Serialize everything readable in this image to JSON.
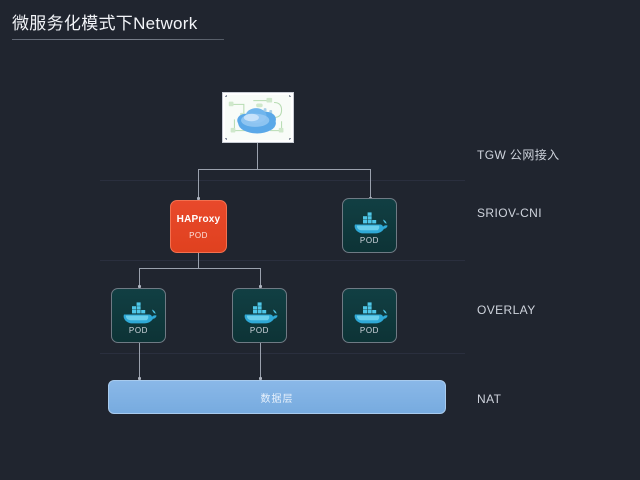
{
  "page": {
    "title": "微服务化模式下Network",
    "background_color": "#20252f"
  },
  "colors": {
    "background": "#20252f",
    "haproxy_orange": "#e8482a",
    "pod_teal": "#113f43",
    "data_layer_blue": "#7fb1e3",
    "connector_gray": "#9aa1ad",
    "text_primary": "#f2f4f8",
    "text_secondary": "#ced3dc"
  },
  "row_labels": [
    {
      "id": "tgw",
      "text": "TGW 公网接入"
    },
    {
      "id": "sriov",
      "text": "SRIOV-CNI"
    },
    {
      "id": "overlay",
      "text": "OVERLAY"
    },
    {
      "id": "nat",
      "text": "NAT"
    }
  ],
  "nodes": {
    "cloud": {
      "icon": "cloud-network-icon",
      "label": ""
    },
    "haproxy": {
      "title": "HAProxy",
      "subtitle": "POD",
      "icon": "haproxy-node-icon"
    },
    "pod_sriov": {
      "label": "POD",
      "icon": "docker-whale-icon"
    },
    "pod_overlay_1": {
      "label": "POD",
      "icon": "docker-whale-icon"
    },
    "pod_overlay_2": {
      "label": "POD",
      "icon": "docker-whale-icon"
    },
    "pod_overlay_3": {
      "label": "POD",
      "icon": "docker-whale-icon"
    },
    "data_layer": {
      "label": "数据层"
    }
  }
}
